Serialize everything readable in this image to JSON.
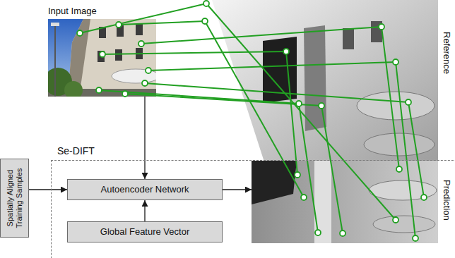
{
  "diagram": {
    "nodes": [
      {
        "text": [
          "Input Image"
        ]
      },
      {
        "text": [
          "Reference"
        ]
      },
      {
        "text": [
          "Se-DIFT"
        ]
      },
      {
        "text": [
          "Spatially Aligned Training Samples"
        ]
      },
      {
        "text": [
          "Autoencoder Network"
        ],
        "in": 2
      },
      {
        "text": [
          "Global Feature Vector"
        ],
        "in": 2
      },
      {
        "text": [
          "Prediction"
        ],
        "in": 2
      }
    ],
    "edges": [
      {
        "from": 0,
        "to": 4,
        "arrow": "to"
      },
      {
        "from": 3,
        "to": 4,
        "arrow": "to"
      },
      {
        "from": 5,
        "to": 4,
        "arrow": "to"
      },
      {
        "from": 4,
        "to": 6,
        "arrow": "to"
      }
    ]
  }
}
